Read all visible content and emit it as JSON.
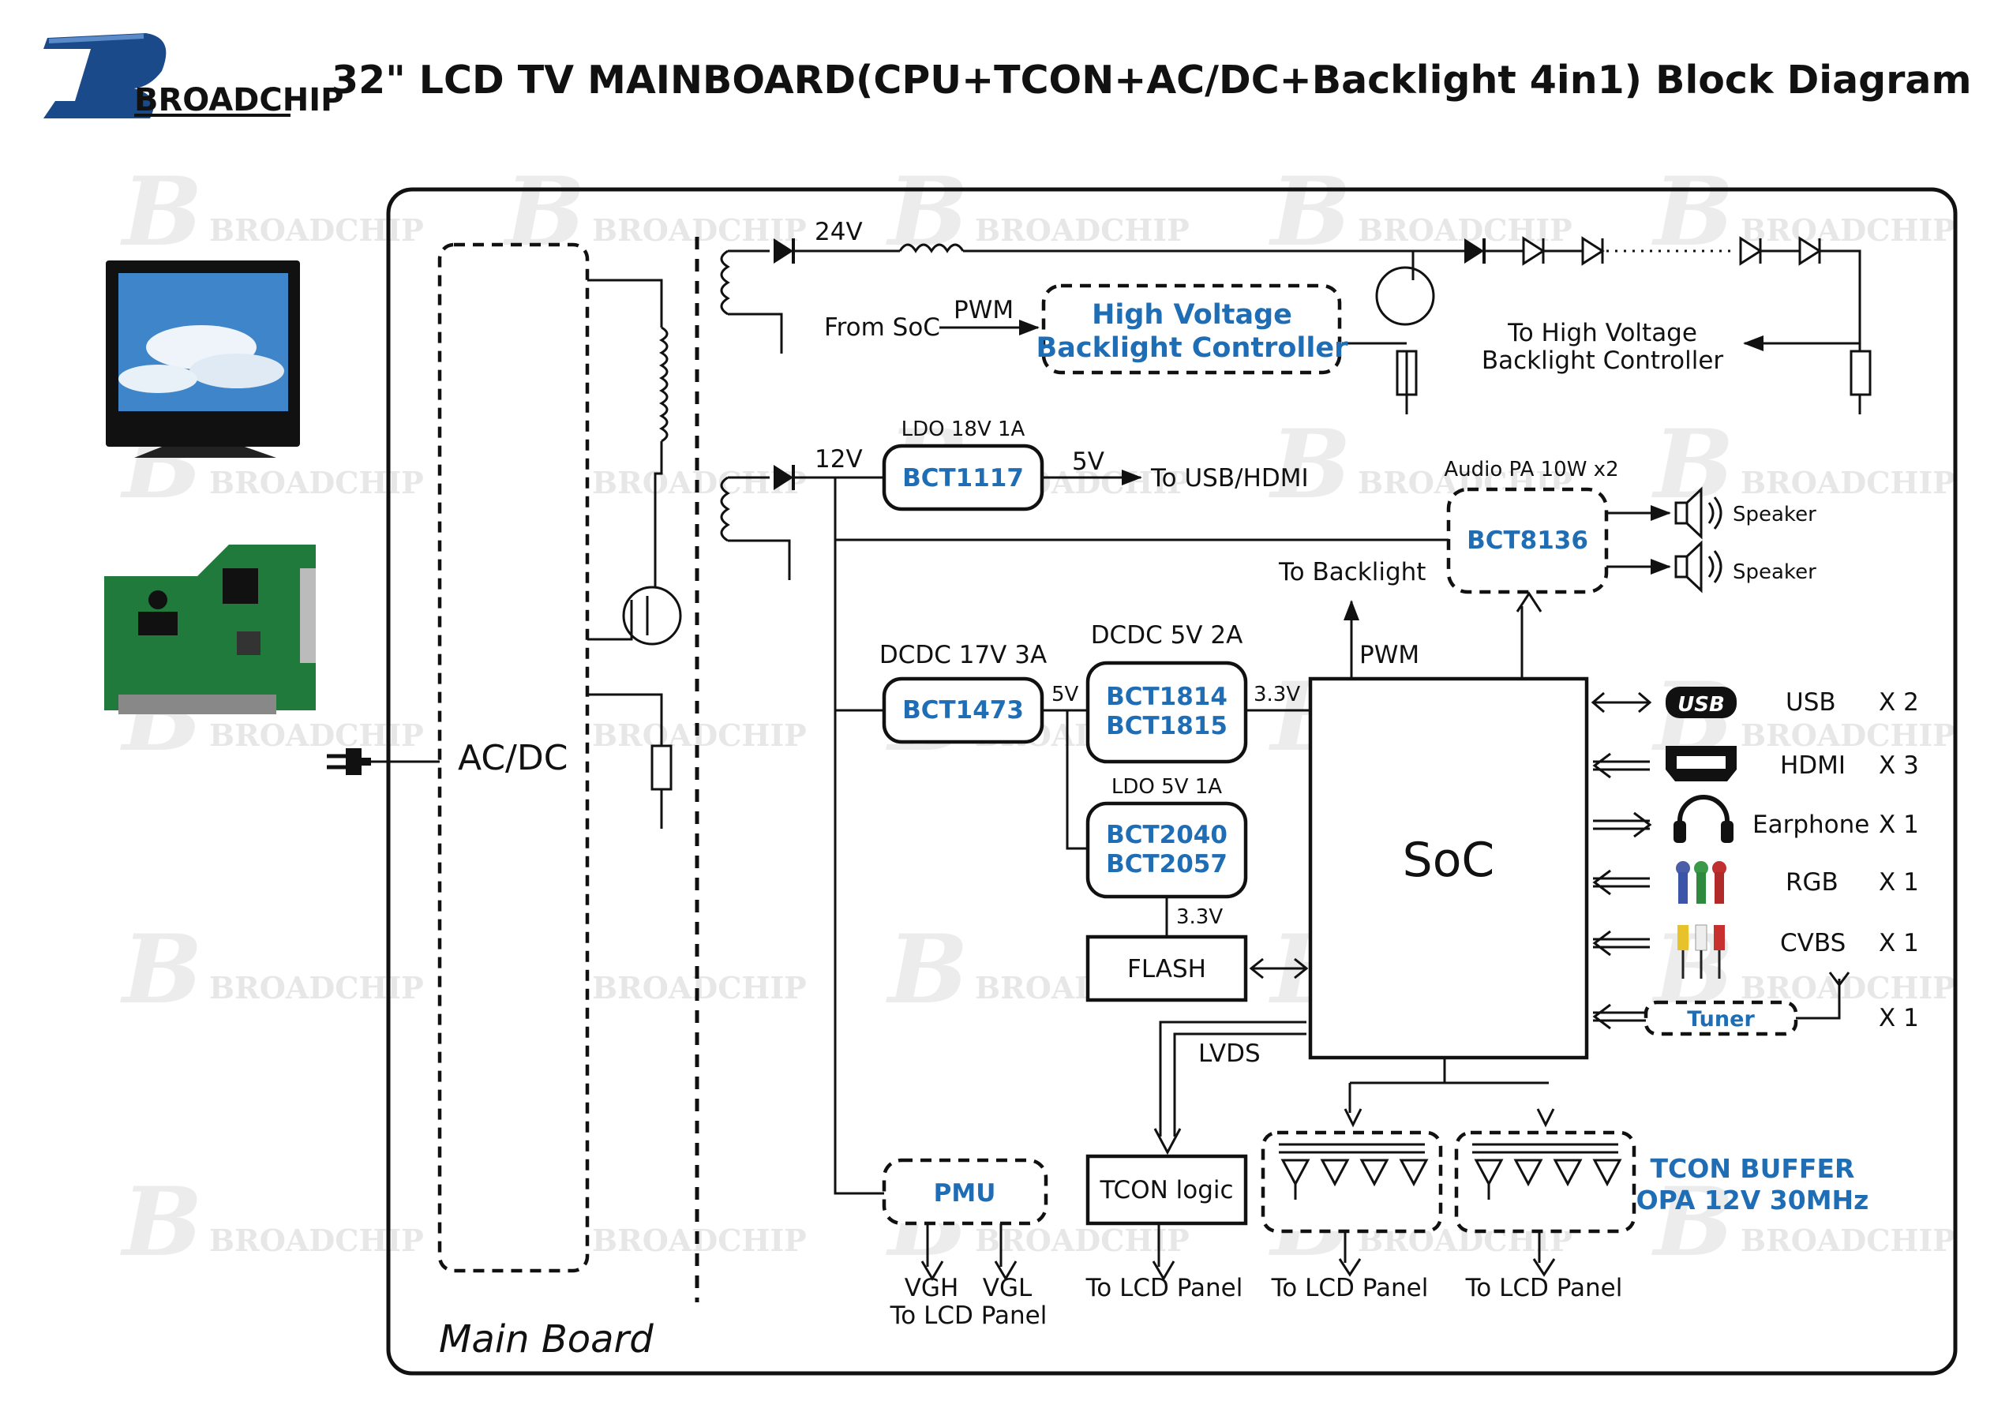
{
  "brand": {
    "logo_letter": "B",
    "name": "BROADCHIP",
    "color": "#1a4a8a"
  },
  "title": "32\" LCD TV MAINBOARD(CPU+TCON+AC/DC+Backlight  4in1) Block Diagram",
  "board_label": "Main Board",
  "acdc": {
    "label": "AC/DC"
  },
  "rails": {
    "v24": "24V",
    "v12": "12V"
  },
  "backlight": {
    "from_soc": "From SoC",
    "pwm": "PWM",
    "controller_line1": "High Voltage",
    "controller_line2": "Backlight Controller",
    "feedback_line1": "To High Voltage",
    "feedback_line2": "Backlight Controller"
  },
  "ldo1117": {
    "caption": "LDO 18V 1A",
    "part": "BCT1117",
    "out": "5V",
    "dest": "To USB/HDMI"
  },
  "audio": {
    "caption": "Audio PA  10W x2",
    "part": "BCT8136",
    "speaker1": "Speaker",
    "speaker2": "Speaker"
  },
  "to_backlight": "To Backlight",
  "pwm_soc": "PWM",
  "dcdc1473": {
    "caption": "DCDC 17V 3A",
    "part": "BCT1473",
    "out": "5V"
  },
  "dcdc1814": {
    "caption": "DCDC 5V 2A",
    "part1": "BCT1814",
    "part2": "BCT1815",
    "out": "3.3V"
  },
  "ldo2040": {
    "caption": "LDO 5V 1A",
    "part1": "BCT2040",
    "part2": "BCT2057",
    "out": "3.3V"
  },
  "flash": "FLASH",
  "soc": "SoC",
  "lvds": "LVDS",
  "io": [
    {
      "name": "USB",
      "count": "X 2",
      "icon": "usb-icon"
    },
    {
      "name": "HDMI",
      "count": "X 3",
      "icon": "hdmi-icon"
    },
    {
      "name": "Earphone",
      "count": "X 1",
      "icon": "headphone-icon"
    },
    {
      "name": "RGB",
      "count": "X 1",
      "icon": "rgb-connector-icon"
    },
    {
      "name": "CVBS",
      "count": "X 1",
      "icon": "rca-connector-icon"
    },
    {
      "name": "Tuner",
      "count": "X 1",
      "icon": "antenna-icon"
    }
  ],
  "pmu": {
    "part": "PMU",
    "vgh": "VGH",
    "vgl": "VGL",
    "dest": "To LCD Panel"
  },
  "tcon": {
    "logic": "TCON logic",
    "dest": "To LCD Panel"
  },
  "buffer": {
    "line1": "TCON BUFFER",
    "line2": "OPA 12V 30MHz",
    "dest1": "To LCD Panel",
    "dest2": "To LCD Panel"
  },
  "colors": {
    "blue_label": "#1f6eb5",
    "line": "#111111"
  }
}
